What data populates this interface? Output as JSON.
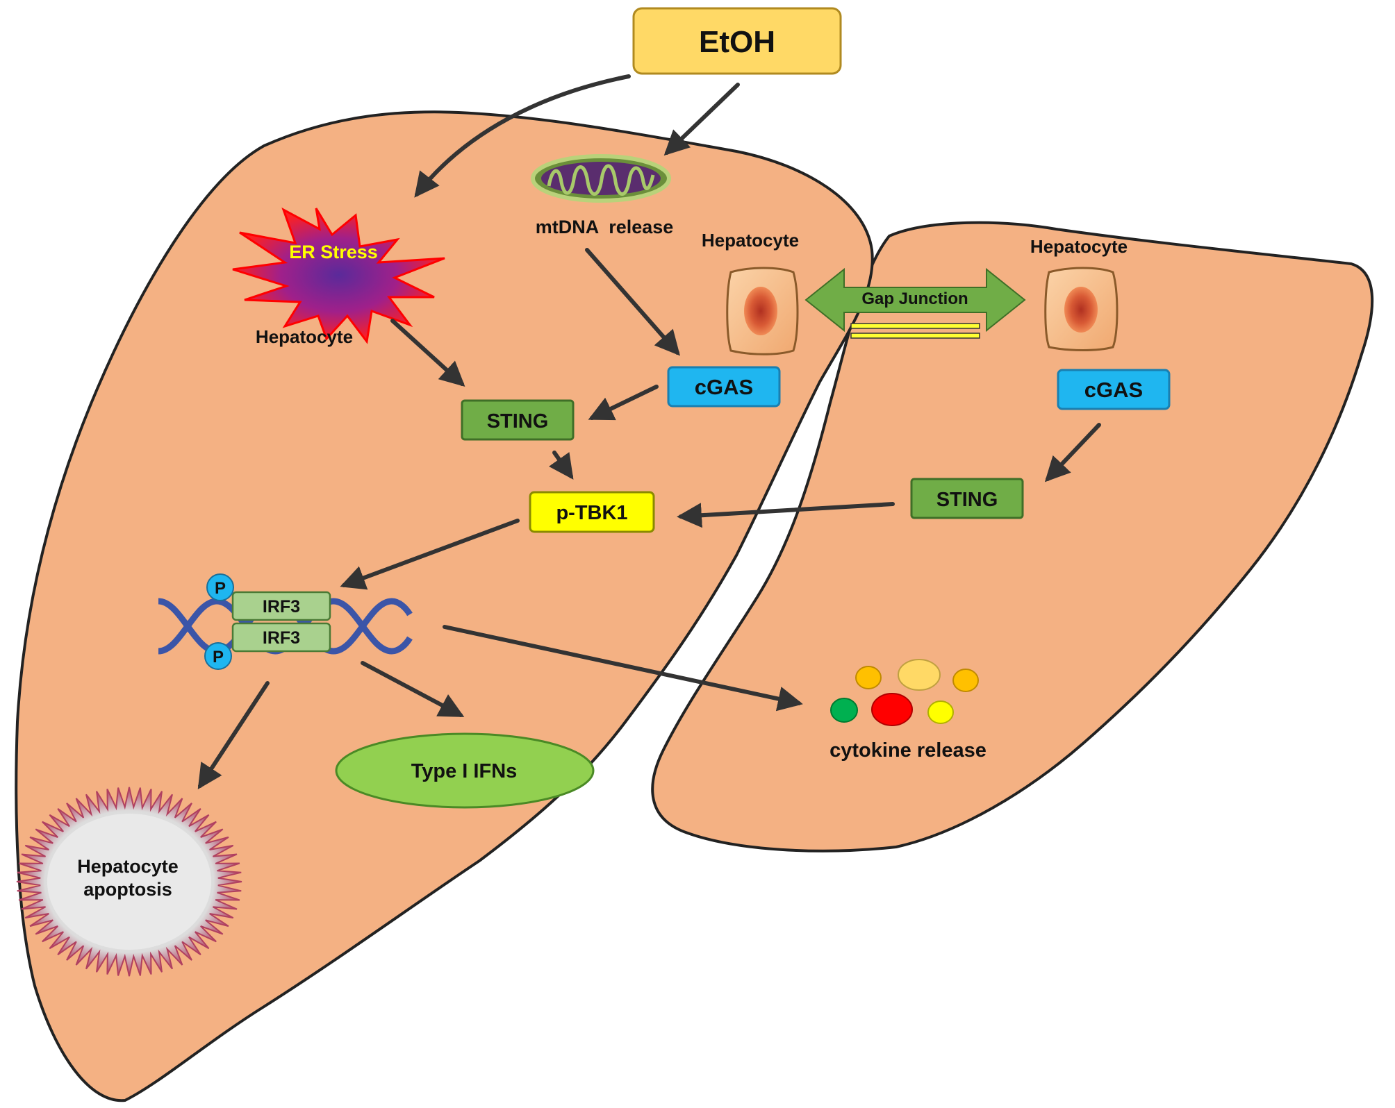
{
  "colors": {
    "liver_fill": "#f4b183",
    "liver_stroke": "#222222",
    "etoh_fill": "#ffd966",
    "sting_fill": "#70ad47",
    "cgas_fill": "#1fb6f0",
    "tbk1_fill": "#ffff00",
    "irf3_fill": "#a9d18e",
    "ifn_fill": "#92d050",
    "gap_arrow_fill": "#70ad47",
    "dna_color": "#3b55a8",
    "p_fill": "#1fb6f0",
    "er_outer": "#ff0000",
    "er_inner": "#7030a0",
    "arrow_color": "#333333"
  },
  "labels": {
    "etoh": "EtOH",
    "er_stress": "ER Stress",
    "hepatocyte_left": "Hepatocyte",
    "mtdna_release": "mtDNA  release",
    "hepatocyte_center": "Hepatocyte",
    "hepatocyte_right": "Hepatocyte",
    "gap_junction": "Gap Junction",
    "cgas_left": "cGAS",
    "cgas_right": "cGAS",
    "sting_left": "STING",
    "sting_right": "STING",
    "ptbk1": "p-TBK1",
    "irf3_top": "IRF3",
    "irf3_bottom": "IRF3",
    "p_top": "P",
    "p_bottom": "P",
    "type_i_ifns": "Type I IFNs",
    "apoptosis_line1": "Hepatocyte",
    "apoptosis_line2": "apoptosis",
    "cytokine_release": "cytokine release"
  },
  "icons": {
    "mitochondrion": "mitochondrion-icon",
    "hepatocyte_cell": "hepatocyte-cell-icon",
    "dna_helix": "dna-helix-icon",
    "er_burst": "burst-icon",
    "apoptosis_burst": "spiky-burst-icon",
    "cytokines": "cytokine-dots-icon"
  }
}
